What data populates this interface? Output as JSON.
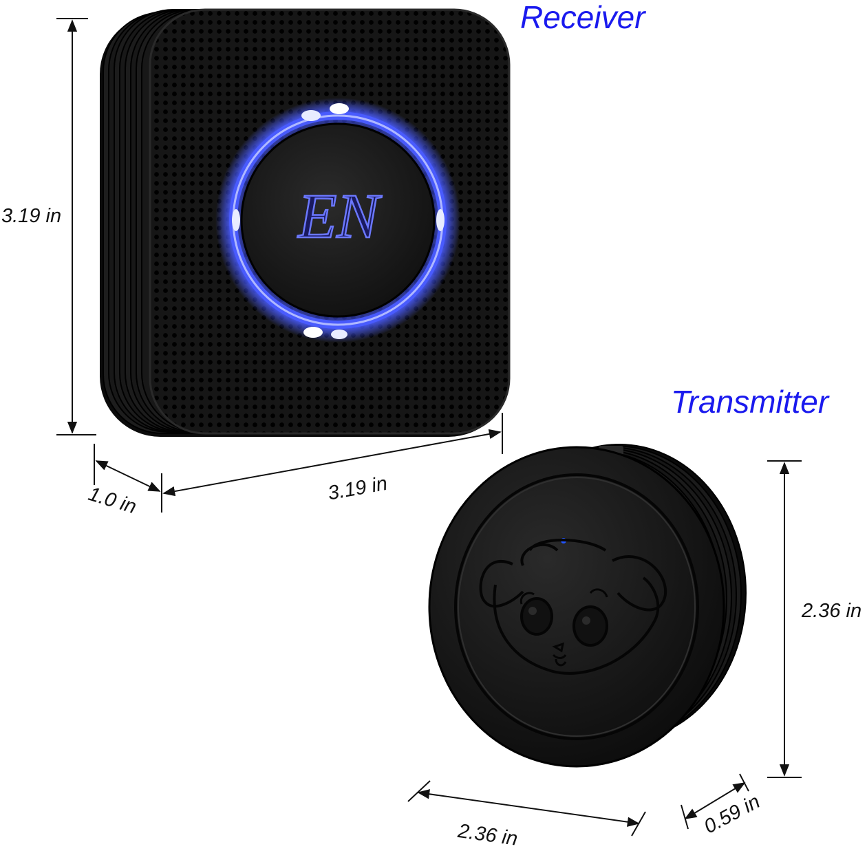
{
  "titles": {
    "receiver": "Receiver",
    "transmitter": "Transmitter"
  },
  "receiver": {
    "logo_text": "EN",
    "height": "3.19 in",
    "width": "3.19 in",
    "depth": "1.0 in",
    "ring_color": "#4a5cff",
    "body_color": "#141414"
  },
  "transmitter": {
    "height": "2.36 in",
    "width": "2.36 in",
    "depth": "0.59 in",
    "indicator_color": "#2255ff",
    "face_icon": "panda-face-icon"
  },
  "colors": {
    "title": "#1a1aee",
    "dimension_line": "#111111"
  }
}
